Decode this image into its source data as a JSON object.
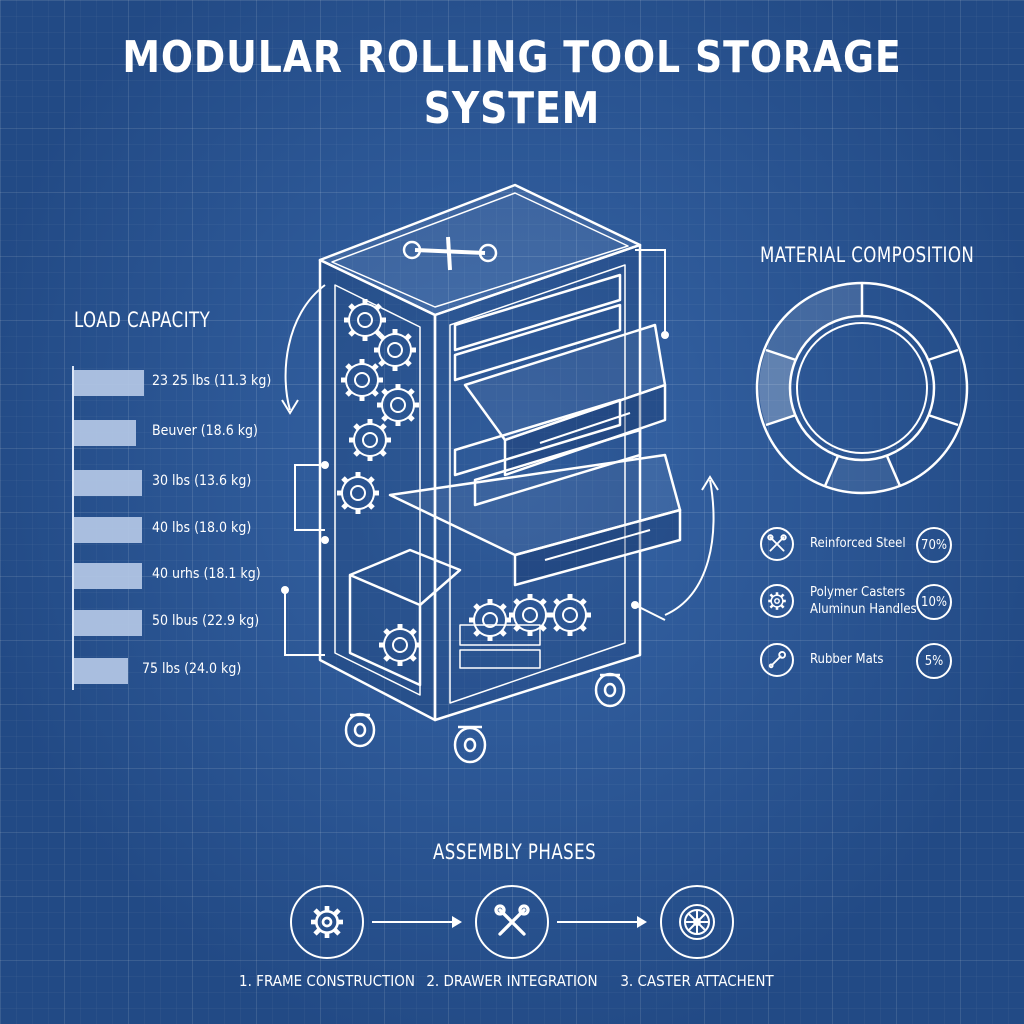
{
  "title": "MODULAR ROLLING TOOL STORAGE SYSTEM",
  "load_capacity": {
    "heading": "LOAD CAPACITY",
    "rows": [
      {
        "label": "23 25 lbs (11.3 kg)",
        "fill": 0.88
      },
      {
        "label": "Beuver (18.6 kg)",
        "fill": 0.78
      },
      {
        "label": "30 lbs (13.6 kg)",
        "fill": 0.85
      },
      {
        "label": "40 lbs (18.0 kg)",
        "fill": 0.85
      },
      {
        "label": "40 urhs (18.1 kg)",
        "fill": 0.85
      },
      {
        "label": "50 lbus (22.9 kg)",
        "fill": 0.85
      },
      {
        "label": "75 lbs (24.0 kg)",
        "fill": 0.68
      }
    ]
  },
  "material_composition": {
    "heading": "MATERIAL COMPOSITION",
    "items": [
      {
        "icon": "tools-icon",
        "label": "Reinforced Steel",
        "label2": "",
        "pct": "70%"
      },
      {
        "icon": "gear-icon",
        "label": "Polymer Casters",
        "label2": "Aluminun Handles",
        "pct": "10%"
      },
      {
        "icon": "wrench-icon",
        "label": "Rubber Mats",
        "label2": "",
        "pct": "5%"
      }
    ]
  },
  "assembly": {
    "heading": "ASSEMBLY PHASES",
    "phases": [
      {
        "icon": "gear-icon",
        "label": "1. FRAME CONSTRUCTION"
      },
      {
        "icon": "tools-icon",
        "label": "2. DRAWER INTEGRATION"
      },
      {
        "icon": "wheel-icon",
        "label": "3. CASTER ATTACHENT"
      }
    ]
  },
  "colors": {
    "background": "#2a5797",
    "line": "#ffffff",
    "bar": "#b4c8e6"
  }
}
